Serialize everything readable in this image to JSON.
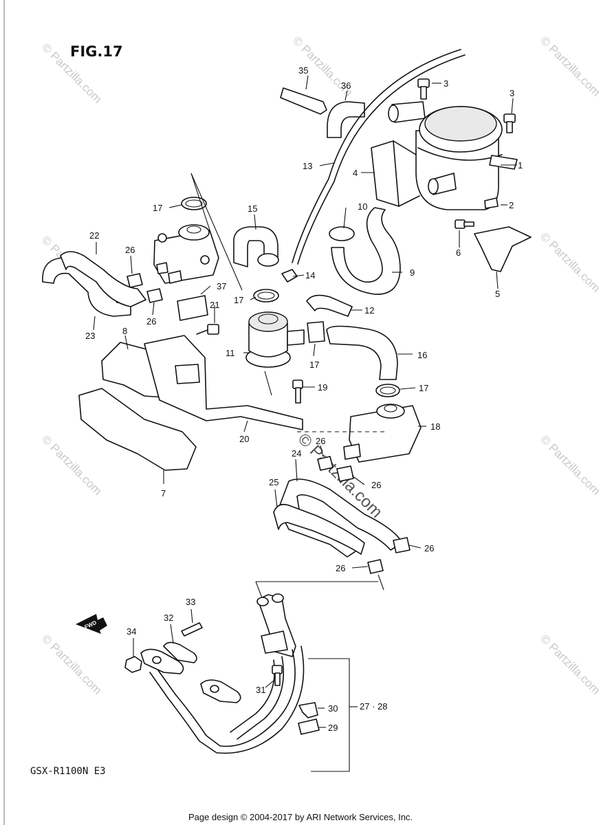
{
  "figure_title": "FIG.17",
  "model_code": "GSX-R1100N E3",
  "footer": "Page design © 2004-2017 by ARI Network Services, Inc.",
  "watermark": "© Partzilla.com",
  "fwd_label": "FWD",
  "part_callouts": {
    "c1": "1",
    "c2": "2",
    "c3a": "3",
    "c3b": "3",
    "c4": "4",
    "c5": "5",
    "c6": "6",
    "c7": "7",
    "c8": "8",
    "c9": "9",
    "c10": "10",
    "c11": "11",
    "c12": "12",
    "c13": "13",
    "c14": "14",
    "c15": "15",
    "c16": "16",
    "c17a": "17",
    "c17b": "17",
    "c17c": "17",
    "c17d": "17",
    "c18": "18",
    "c19": "19",
    "c20": "20",
    "c21": "21",
    "c22": "22",
    "c23": "23",
    "c24": "24",
    "c25": "25",
    "c26a": "26",
    "c26b": "26",
    "c26c": "26",
    "c26d": "26",
    "c26e": "26",
    "c26f": "26",
    "c2728": "27 · 28",
    "c29": "29",
    "c30": "30",
    "c31": "31",
    "c32": "32",
    "c33": "33",
    "c34": "34",
    "c35": "35",
    "c36": "36",
    "c37": "37"
  }
}
